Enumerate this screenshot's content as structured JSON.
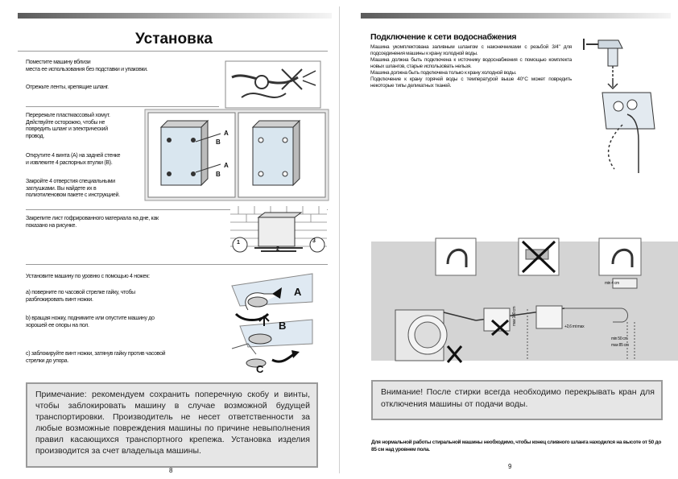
{
  "left_page": {
    "title": "Установка",
    "steps": [
      "Поместите машину вблизи\nместа ее использования без подставки и упаковки.",
      "Отрежьте ленты, крепящие шланг.",
      "Перережьте пластмассовый хомут.\nДействуйте осторожно, чтобы не\nповредить шланг и электрический\nпровод.",
      "Открутите 4 винта (А) на задней стенке\nи извлеките 4 распорных втулки (В).",
      "Закройте 4 отверстия специальными\nзаглушками. Вы найдете их в\nполиэтиленовом пакете с инструкцией.",
      "Закрепите лист гофрированного материала на дне, как\nпоказано на рисунке.",
      "Установите машину по уровню с помощью 4 ножек:",
      "а) поверните по часовой стрелке гайку, чтобы\nразблокировать винт ножки.",
      "b) вращая ножку, поднимите или опустите машину до\nхорошей ее опоры на пол.",
      "с) заблокируйте винт ножки, затянув гайку против часовой\nстрелки до упора."
    ],
    "figure_labels": {
      "a": "A",
      "b": "B",
      "c": "C",
      "num1": "1",
      "num2": "2",
      "num3": "3"
    },
    "note": "Примечание: рекомендуем сохранить поперечную скобу и винты, чтобы заблокировать машину в случае возможной будущей транспортировки. Производитель не несет ответственности за любые возможные повреждения машины по причине невыполнения правил касающихся транспортного крепежа. Установка изделия производится за счет владельца машины.",
    "page_number": "8"
  },
  "right_page": {
    "title": "Подключение к сети водоснабжения",
    "body": "Машина укомплектована заливным шлангом с наконечниками с резьбой 3/4\" для подсоединения машины к крану холодной воды.\nМашина должна быть подключена к источнику водоснабжения с помощью комплекта новых шлангов, старые использовать нельзя.\nМашина должна быть подключена только к крану холодной воды.\nПодключение к крану горячей воды с температурой выше 40°С может повредить некоторые типы деликатных тканей.",
    "diagram_labels": {
      "min4": "min 4 cm",
      "h100": "max 100 cm",
      "plus26": "+2,6 mt max",
      "min50": "min 50 cm",
      "max85": "max 85 cm"
    },
    "warning": "Внимание! После стирки всегда необходимо перекрывать кран для отключения машины от подачи воды.",
    "footer": "Для нормальной работы стиральной машины необходимо, чтобы конец сливного шланга находился на высоте от 50 до 85 см над уровнем пола.",
    "page_number": "9"
  },
  "colors": {
    "header_bar": "#8c8c8c",
    "note_bg": "#e6e6e6",
    "diagram_bg": "#d4d4d4",
    "line": "#333333"
  }
}
